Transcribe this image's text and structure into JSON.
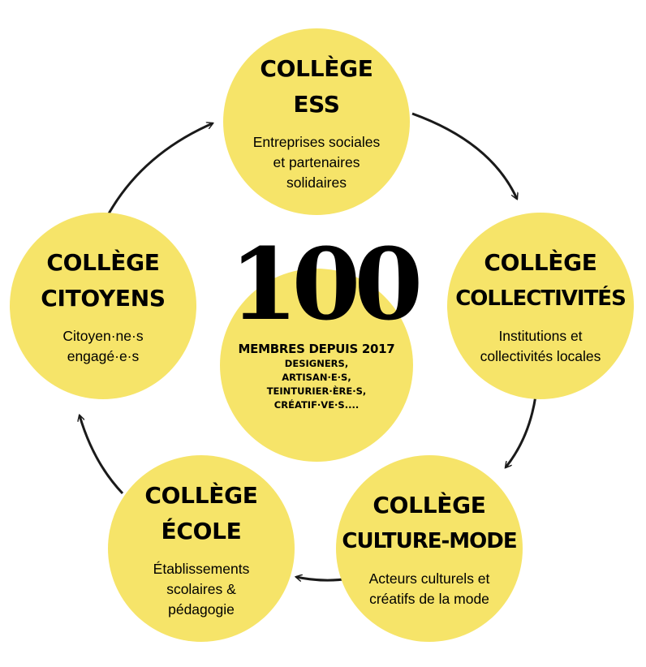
{
  "colors": {
    "circle_fill": "#f6e469",
    "text": "#000000",
    "arrow": "#1a1a1a"
  },
  "colleges": {
    "ess": {
      "title_line1": "COLLÈGE",
      "title_line2": "ESS",
      "description": "Entreprises sociales\net partenaires\nsolidaires"
    },
    "collectivites": {
      "title_line1": "COLLÈGE",
      "title_line2": "COLLECTIVITÉS",
      "description": "Institutions et\ncollectivités locales"
    },
    "culture_mode": {
      "title_line1": "COLLÈGE",
      "title_line2": "CULTURE-MODE",
      "description": "Acteurs culturels et\ncréatifs de la mode"
    },
    "ecole": {
      "title_line1": "COLLÈGE",
      "title_line2": "ÉCOLE",
      "description": "Établissements\nscolaires &\npédagogie"
    },
    "citoyens": {
      "title_line1": "COLLÈGE",
      "title_line2": "CITOYENS",
      "description": "Citoyen·ne·s\nengagé·e·s"
    }
  },
  "center": {
    "number": "100",
    "subtitle": "MEMBRES DEPUIS 2017",
    "details": "DESIGNERS,\nARTISAN·E·S,\nTEINTURIER·ÈRE·S,\nCRÉATIF·VE·S...."
  },
  "arrows": [
    {
      "from": "ess",
      "to": "collectivites"
    },
    {
      "from": "collectivites",
      "to": "culture_mode"
    },
    {
      "from": "culture_mode",
      "to": "ecole"
    },
    {
      "from": "ecole",
      "to": "citoyens"
    },
    {
      "from": "citoyens",
      "to": "ess"
    }
  ]
}
